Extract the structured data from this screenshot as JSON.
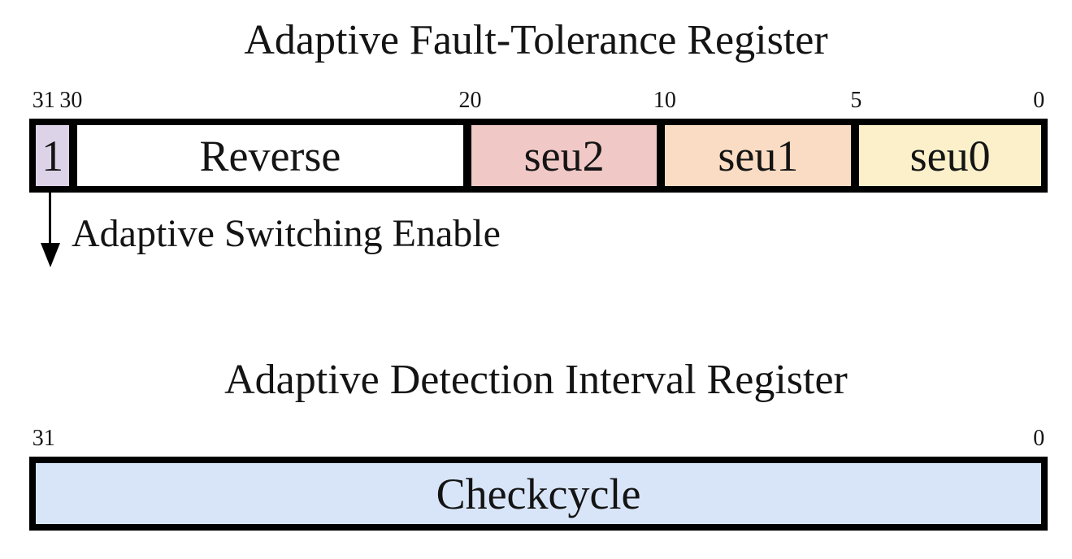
{
  "figure": {
    "background_color": "#ffffff",
    "border_color": "#000000",
    "text_color": "#141414"
  },
  "registers": [
    {
      "id": "adaptive-fault-tolerance",
      "title": "Adaptive Fault-Tolerance Register",
      "bit_ticks": [
        {
          "label": "31",
          "x_pct": 0.3,
          "align": "left"
        },
        {
          "label": "30",
          "x_pct": 4.1,
          "align": "center"
        },
        {
          "label": "20",
          "x_pct": 43.3,
          "align": "center"
        },
        {
          "label": "10",
          "x_pct": 62.4,
          "align": "center"
        },
        {
          "label": "5",
          "x_pct": 81.2,
          "align": "center"
        },
        {
          "label": "0",
          "x_pct": 99.7,
          "align": "right"
        }
      ],
      "fields": [
        {
          "label": "1",
          "weight": 41,
          "color": "#ddd3e8"
        },
        {
          "label": "Reverse",
          "weight": 473,
          "color": "#ffffff"
        },
        {
          "label": "seu2",
          "weight": 228,
          "color": "#f0c8c6"
        },
        {
          "label": "seu1",
          "weight": 228,
          "color": "#f9dcc3"
        },
        {
          "label": "seu0",
          "weight": 223,
          "color": "#fbf0ca"
        }
      ],
      "annotation": {
        "text": "Adaptive Switching Enable",
        "points_to_field": "1"
      }
    },
    {
      "id": "adaptive-detection-interval",
      "title": "Adaptive Detection Interval Register",
      "bit_ticks": [
        {
          "label": "31",
          "x_pct": 0.3,
          "align": "left"
        },
        {
          "label": "0",
          "x_pct": 99.7,
          "align": "right"
        }
      ],
      "fields": [
        {
          "label": "Checkcycle",
          "weight": 1,
          "color": "#d8e5f8"
        }
      ]
    }
  ]
}
